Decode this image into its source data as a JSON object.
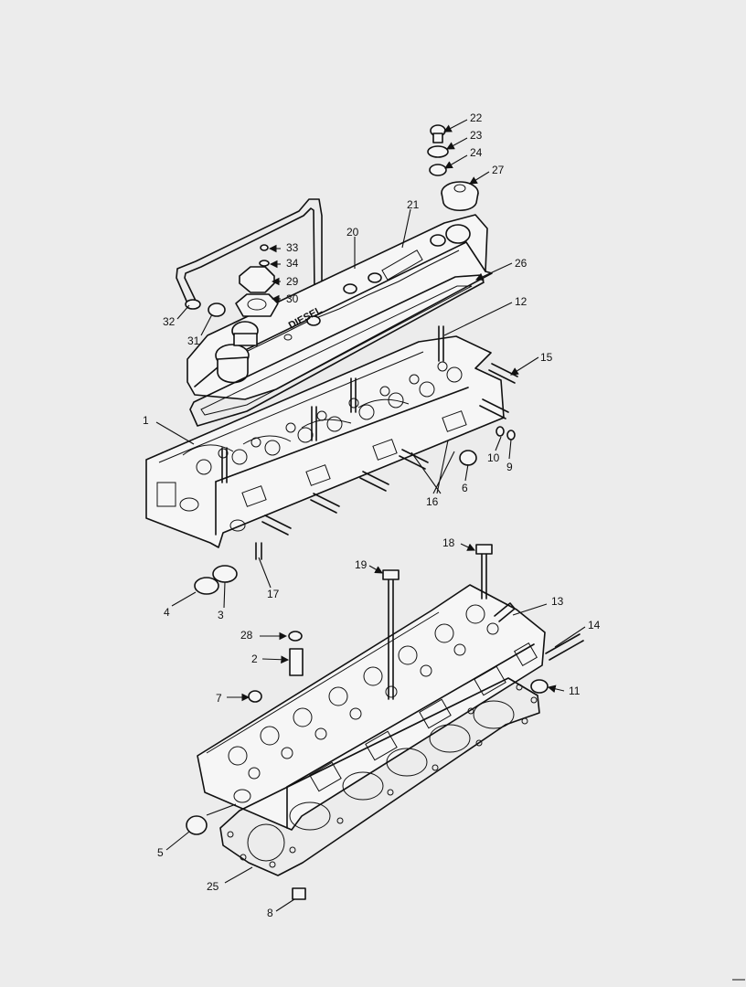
{
  "diagram": {
    "callouts": [
      "1",
      "2",
      "3",
      "4",
      "5",
      "6",
      "7",
      "8",
      "9",
      "10",
      "11",
      "12",
      "13",
      "14",
      "15",
      "16",
      "17",
      "18",
      "19",
      "20",
      "21",
      "22",
      "23",
      "24",
      "25",
      "26",
      "27",
      "28",
      "29",
      "30",
      "31",
      "32",
      "33",
      "34"
    ],
    "logo_text": "DIESEL"
  }
}
